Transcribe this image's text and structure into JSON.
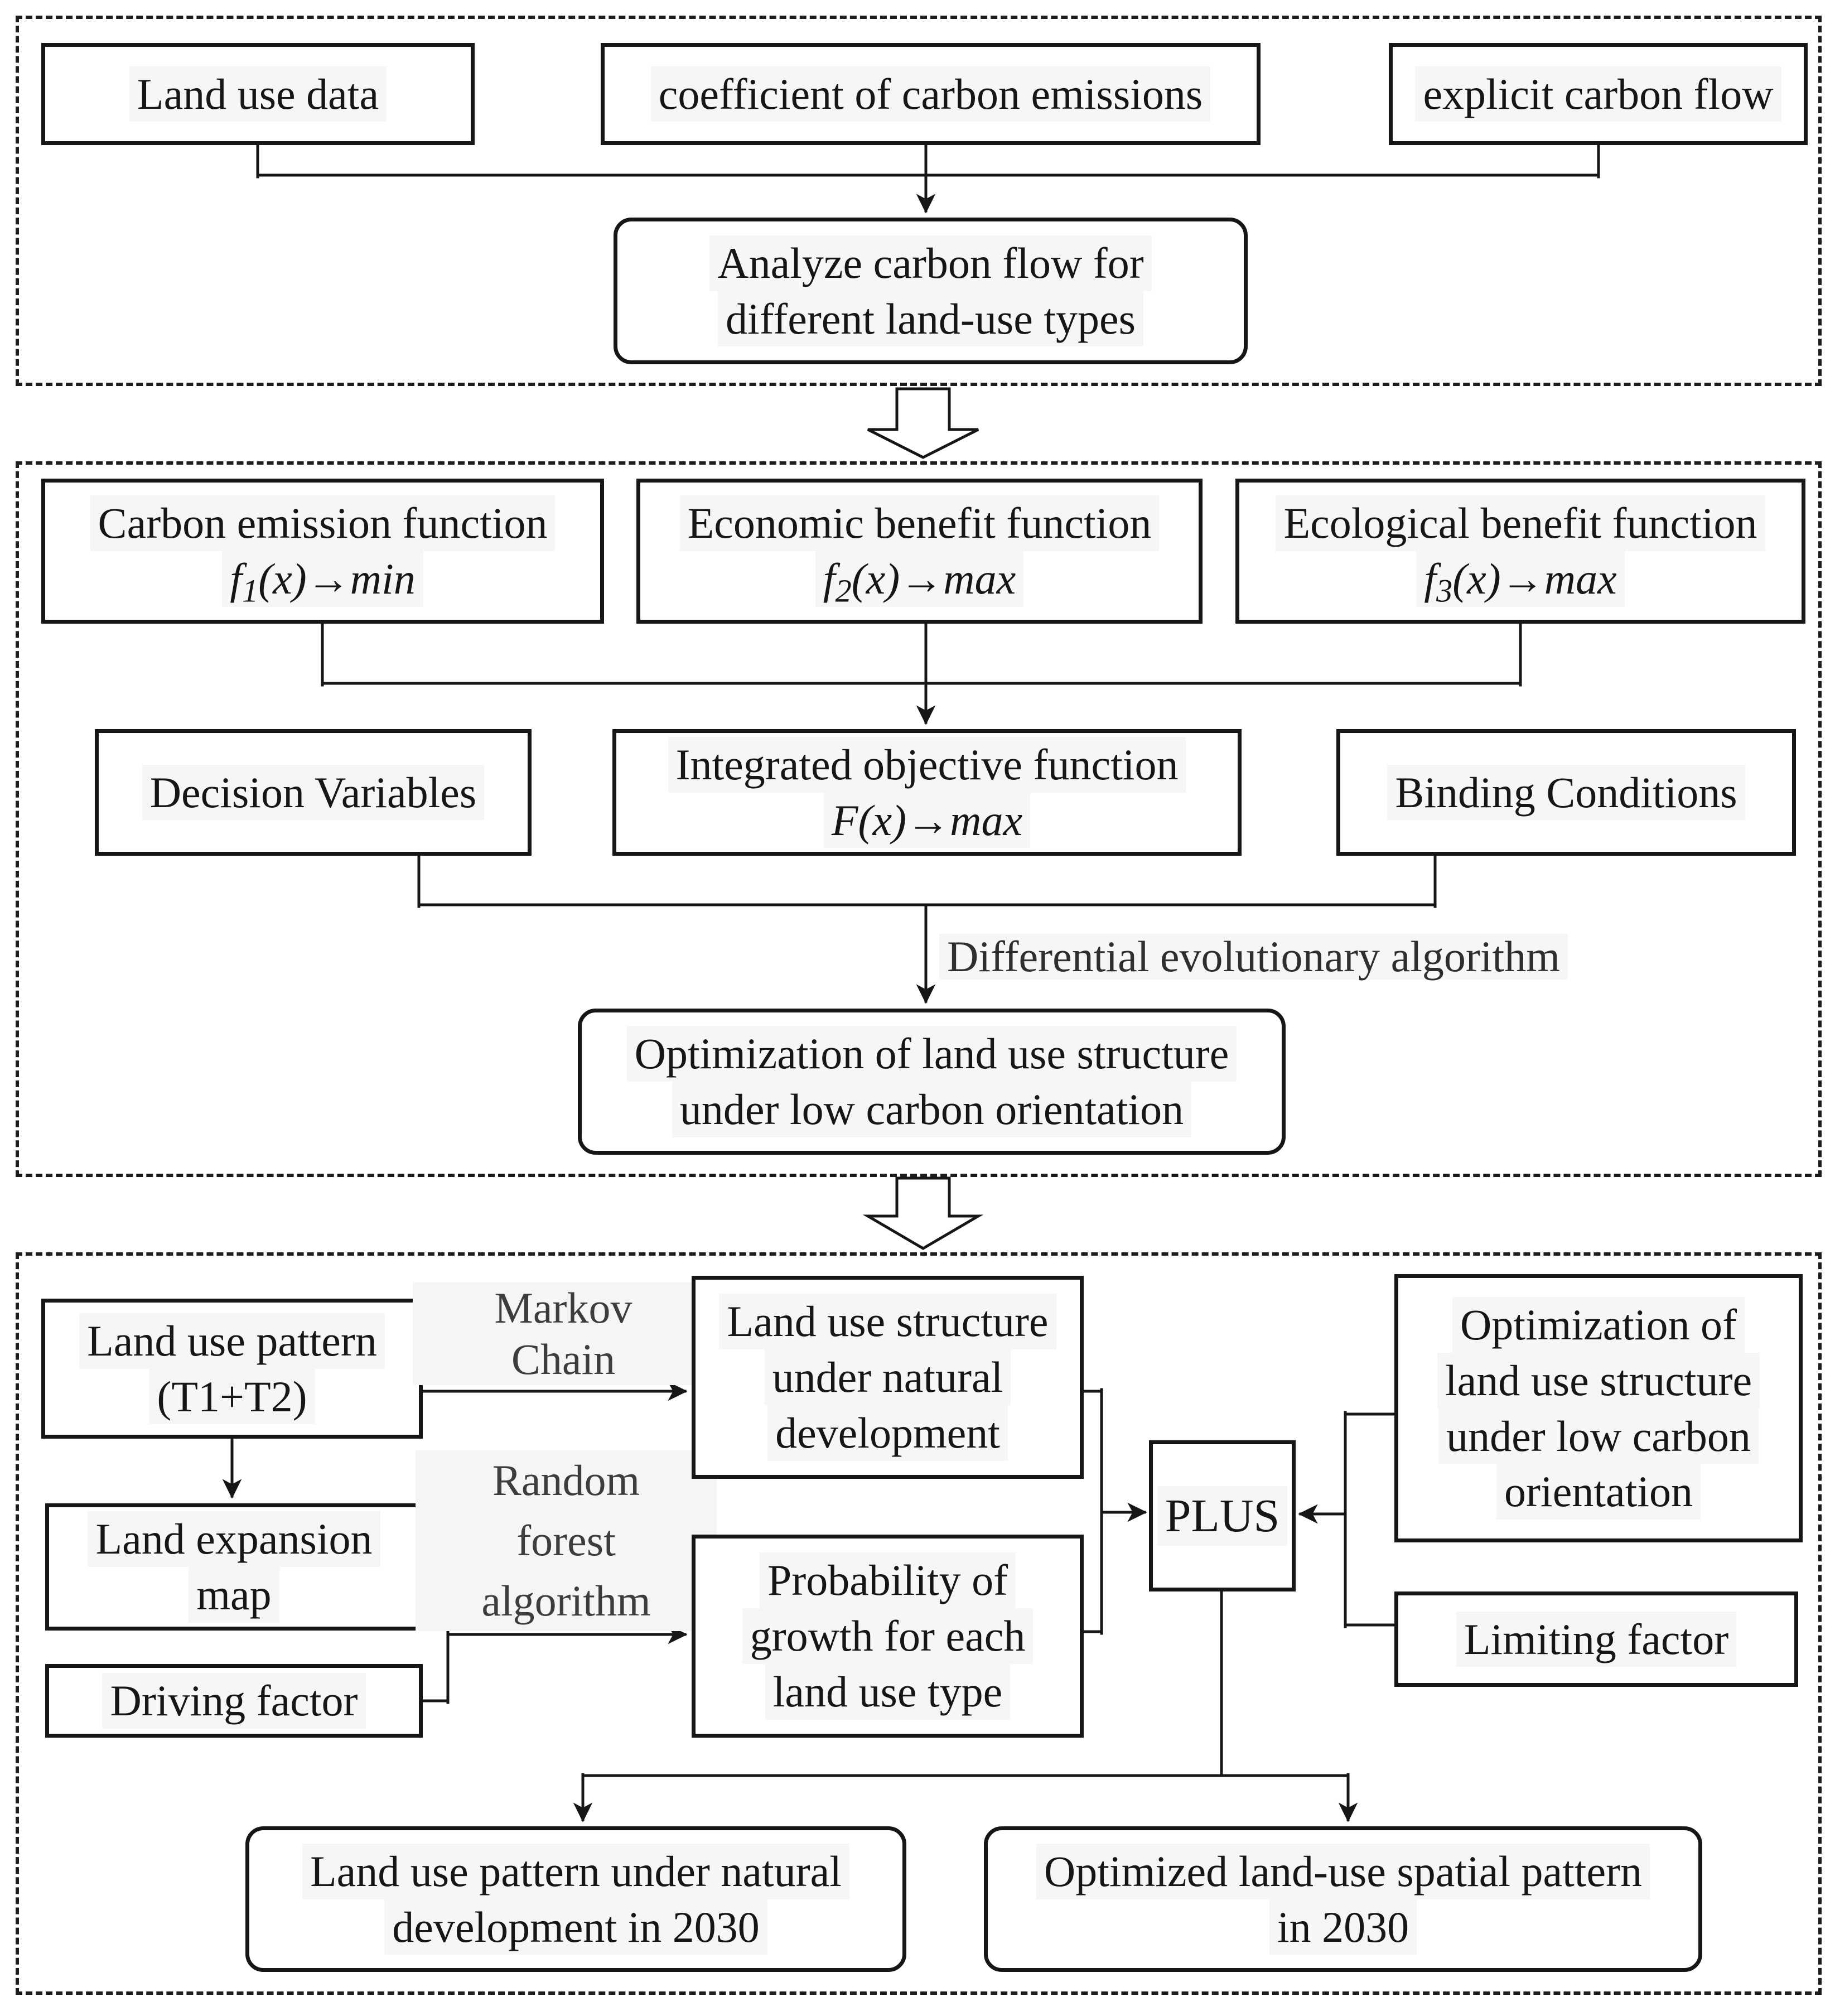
{
  "colors": {
    "ink": "#161616",
    "label_gray": "#3d3d3d",
    "background": "#ffffff",
    "text_highlight": "#f6f6f6"
  },
  "section1": {
    "box_land_use_data": {
      "label": "Land use data"
    },
    "box_coefficient": {
      "label": "coefficient of carbon emissions"
    },
    "box_explicit_flow": {
      "label": "explicit carbon flow"
    },
    "box_analyze": {
      "line1": "Analyze carbon flow for",
      "line2": "different land-use types"
    }
  },
  "section2": {
    "box_carbon": {
      "title": "Carbon emission function",
      "f": "f",
      "sub": "1",
      "tail": "(x)→min"
    },
    "box_economic": {
      "title": "Economic benefit function",
      "f": "f",
      "sub": "2",
      "tail": "(x)→max"
    },
    "box_ecological": {
      "title": "Ecological benefit function",
      "f": "f",
      "sub": "3",
      "tail": "(x)→max"
    },
    "box_decision": {
      "label": "Decision Variables"
    },
    "box_integrated": {
      "title": "Integrated objective function",
      "formula": "F(x)→max"
    },
    "box_binding": {
      "label": "Binding Conditions"
    },
    "label_de": {
      "text": "Differential evolutionary algorithm"
    },
    "box_optimization": {
      "line1": "Optimization of land use structure",
      "line2": "under low carbon orientation"
    }
  },
  "section3": {
    "box_pattern": {
      "line1": "Land use pattern",
      "line2": "(T1+T2)"
    },
    "label_markov": {
      "line1": "Markov",
      "line2": "Chain"
    },
    "box_expansion": {
      "line1": "Land expansion",
      "line2": "map"
    },
    "box_driving": {
      "label": "Driving factor"
    },
    "label_rf": {
      "line1": "Random",
      "line2": "forest",
      "line3": "algorithm"
    },
    "box_natural": {
      "line1": "Land use structure",
      "line2": "under natural",
      "line3": "development"
    },
    "box_probability": {
      "line1": "Probability of",
      "line2": "growth for each",
      "line3": "land use type"
    },
    "box_plus": {
      "label": "PLUS"
    },
    "box_lowcarbon": {
      "line1": "Optimization of",
      "line2": "land use structure",
      "line3": "under low carbon",
      "line4": "orientation"
    },
    "box_limiting": {
      "label": "Limiting factor"
    },
    "box_natural2030": {
      "line1": "Land use pattern under natural",
      "line2": "development in 2030"
    },
    "box_optimized2030": {
      "line1": "Optimized land-use spatial pattern",
      "line2": "in 2030"
    }
  }
}
